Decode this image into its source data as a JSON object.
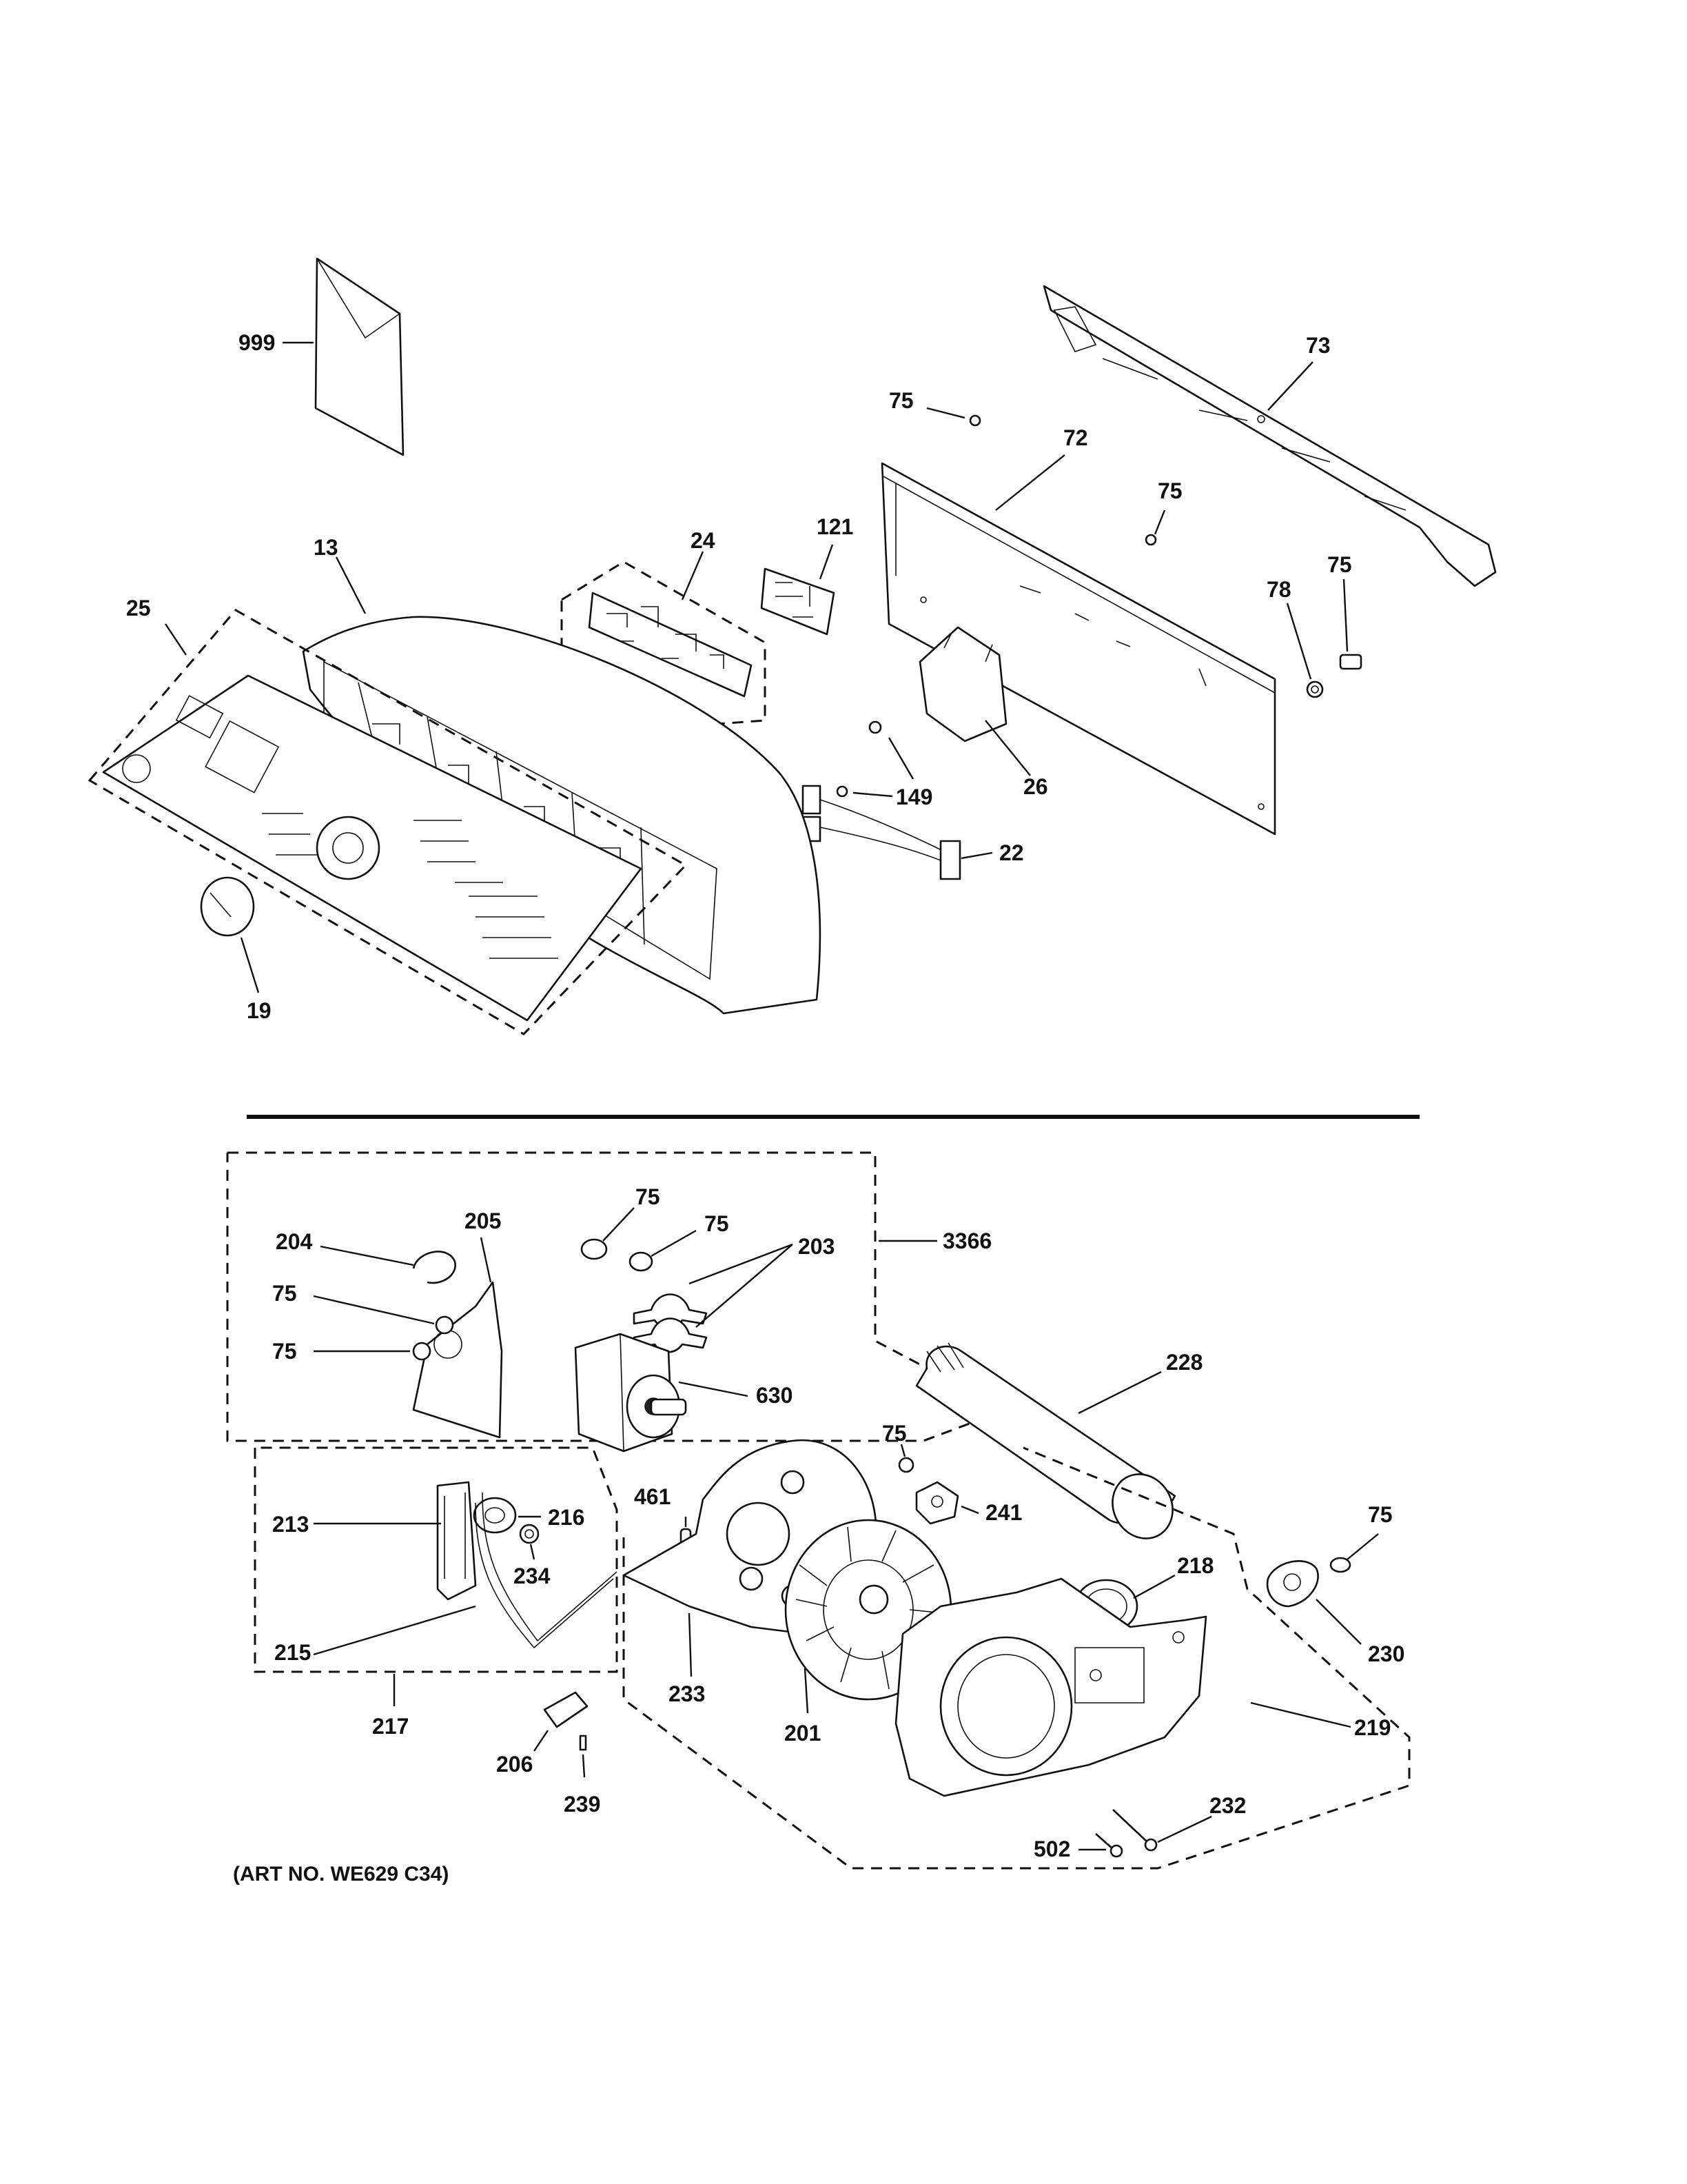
{
  "callouts": {
    "p999": "999",
    "p73": "73",
    "p75_a": "75",
    "p72": "72",
    "p75_b": "75",
    "p121": "121",
    "p24": "24",
    "p13": "13",
    "p25": "25",
    "p78": "78",
    "p75_c": "75",
    "p26": "26",
    "p149": "149",
    "p22": "22",
    "p19": "19",
    "p75_d": "75",
    "p75_e": "75",
    "p203": "203",
    "p3366": "3366",
    "p204": "204",
    "p205": "205",
    "p75_f": "75",
    "p75_g": "75",
    "p630": "630",
    "p228": "228",
    "p75_h": "75",
    "p461": "461",
    "p241": "241",
    "p213": "213",
    "p216": "216",
    "p234": "234",
    "p75_i": "75",
    "p218": "218",
    "p215": "215",
    "p233": "233",
    "p201": "201",
    "p230": "230",
    "p217": "217",
    "p219": "219",
    "p206": "206",
    "p232": "232",
    "p239": "239",
    "p502": "502"
  },
  "art_number": "(ART NO. WE629 C34)"
}
